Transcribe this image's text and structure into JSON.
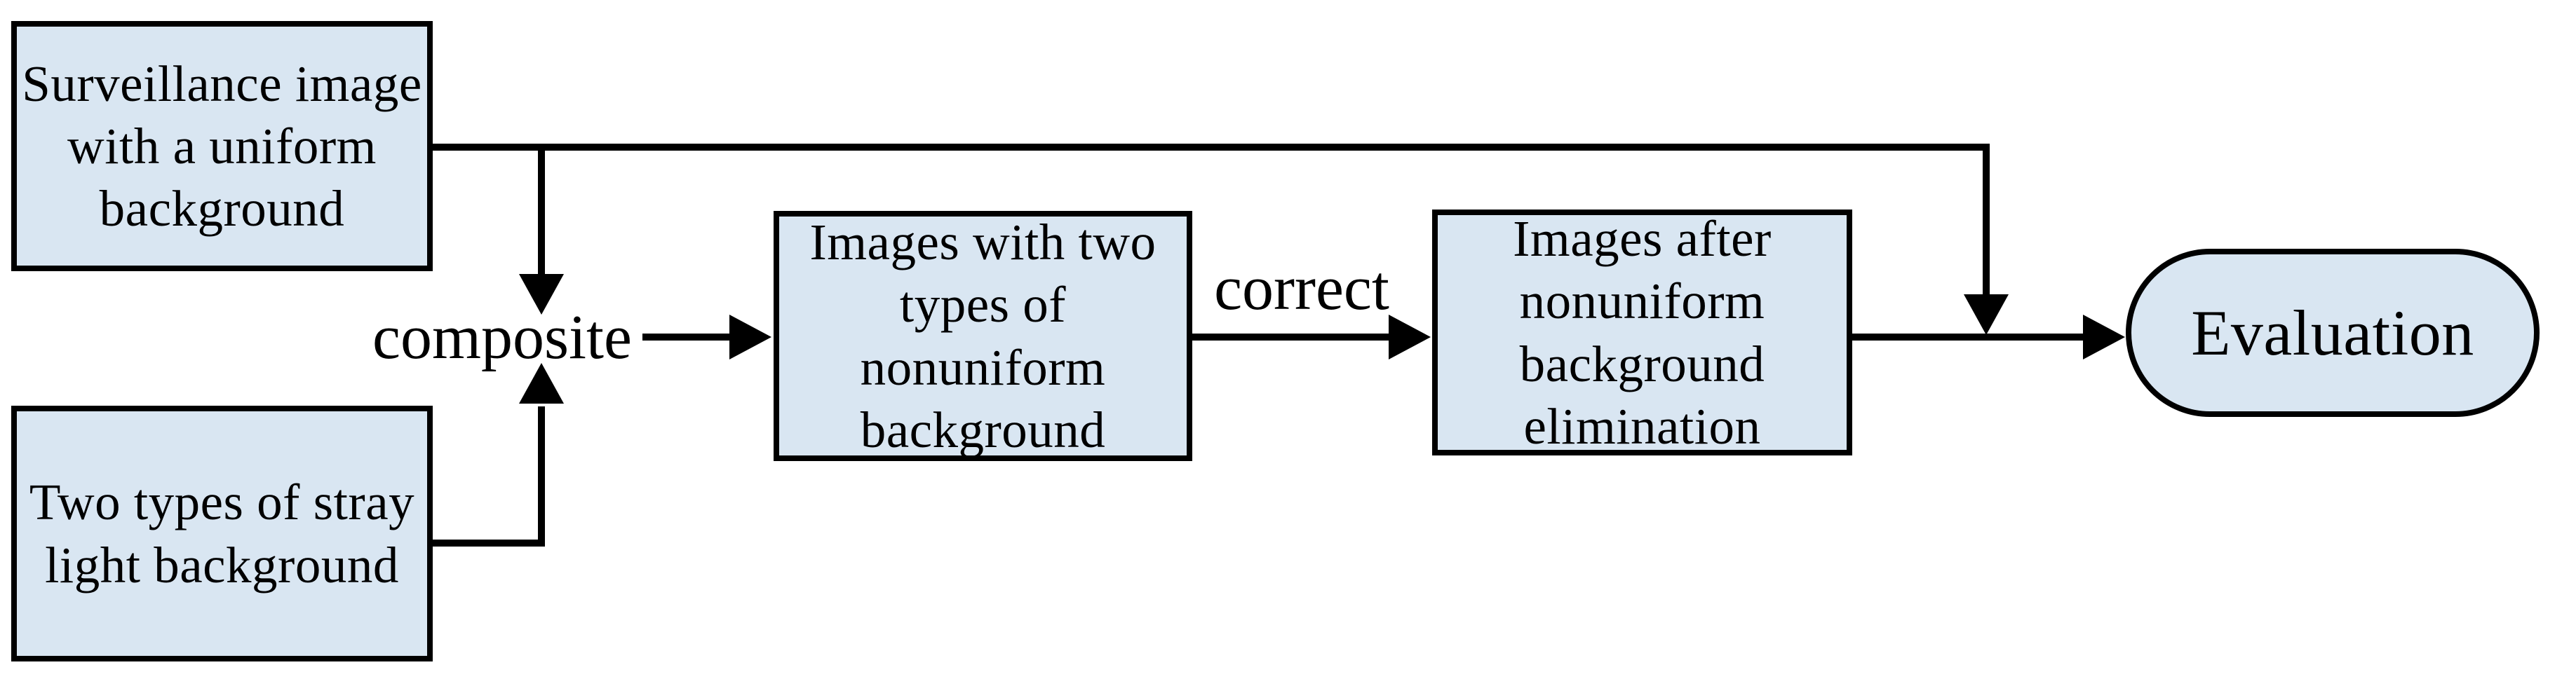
{
  "diagram": {
    "nodes": {
      "surveillance": {
        "lines": [
          "Surveillance image",
          "with a uniform",
          "background"
        ]
      },
      "stray_light": {
        "lines": [
          "Two types of stray",
          "light background"
        ]
      },
      "nonuniform_images": {
        "lines": [
          "Images with two",
          "types of",
          "nonuniform",
          "background"
        ]
      },
      "eliminated_images": {
        "lines": [
          "Images after",
          "nonuniform",
          "background",
          "elimination"
        ]
      },
      "evaluation": {
        "label": "Evaluation"
      }
    },
    "edge_labels": {
      "composite": "composite",
      "correct": "correct"
    },
    "colors": {
      "node_fill": "#d9e6f2",
      "node_border": "#000000",
      "line": "#000000",
      "text": "#000000",
      "background": "#ffffff"
    }
  }
}
